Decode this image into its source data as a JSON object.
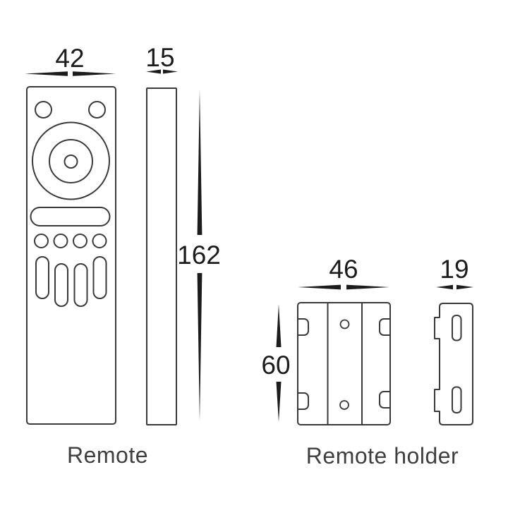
{
  "page": {
    "background": "#ffffff"
  },
  "colors": {
    "outline": "#3a3a3a",
    "dimension": "#1c1c1c",
    "label": "#3f3f3f"
  },
  "remote": {
    "label": "Remote",
    "dimensions": {
      "front_width": "42",
      "side_depth": "15",
      "height": "162"
    }
  },
  "holder": {
    "label": "Remote holder",
    "dimensions": {
      "front_width": "46",
      "side_depth": "19",
      "height": "60"
    }
  }
}
